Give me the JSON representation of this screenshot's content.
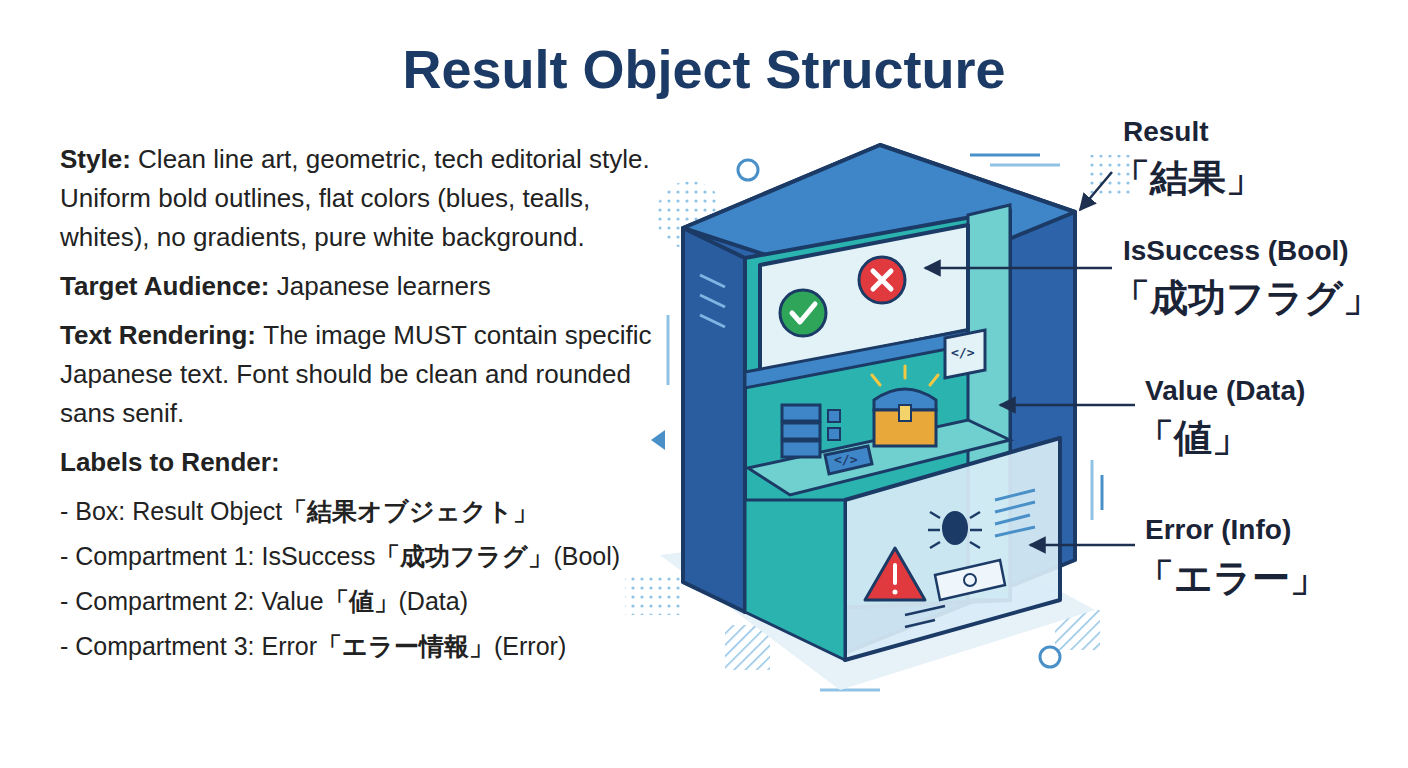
{
  "diagram": {
    "title": "Result Object Structure",
    "labels": [
      "Style:",
      "Clean line art, geometric, tech editorial style. Uniform bold outlines, flat colors (blues, tealls, whites), no gradients, pure white background.",
      "Target Audience:",
      "Japanese learners",
      "Text Rendering:",
      "The image MUST contain specific Japanese text. Font should be clean and rounded sans senif.",
      "Labels to Render:",
      "- Box: Result Object",
      "「結果オブジェクト」",
      "- Compartment 1: IsSuccess",
      "「成功フラグ」",
      "(Bool)",
      "- Compartment 2: Value",
      "「値」",
      "(Data)",
      "- Compartment 3: Error",
      "「エラー情報」",
      "(Error)",
      "Result",
      "「結果」",
      "IsSuccess (Bool)",
      "「成功フラグ」",
      "Value (Data)",
      "「値」",
      "Error (Info)",
      "「エラー」",
      "</>",
      "</>"
    ]
  }
}
